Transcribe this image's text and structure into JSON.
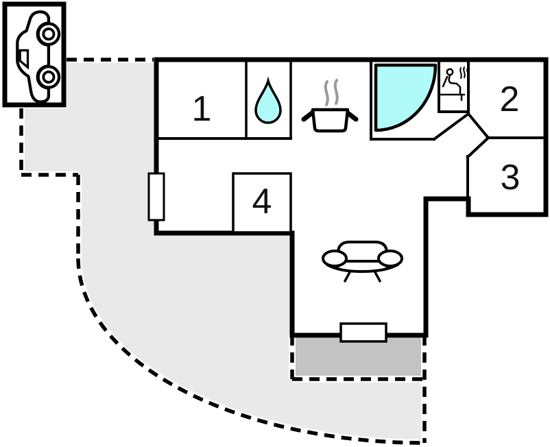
{
  "floorplan": {
    "title": "holiday-home floor plan",
    "rooms": [
      {
        "id": "room-1",
        "number": "1"
      },
      {
        "id": "room-2",
        "number": "2"
      },
      {
        "id": "room-3",
        "number": "3"
      },
      {
        "id": "room-4",
        "number": "4"
      }
    ],
    "features": {
      "carport": "car-icon",
      "bathroom": "water-drop-icon",
      "kitchen": "cooking-pot-icon",
      "shower": "shower-quarter-circle",
      "sauna": "sauna-person-icon",
      "living_room": "sofa-icon",
      "window": "window-marker",
      "door": "door-marker",
      "terrace": "terrace-area",
      "plot": "dashed-plot-boundary"
    },
    "colors": {
      "water": "#b0fafa",
      "plot": "#e9e9e9",
      "terrace": "#c3c3c3",
      "wall": "#000000",
      "steam": "#9a9a9a",
      "background": "#ffffff"
    }
  }
}
